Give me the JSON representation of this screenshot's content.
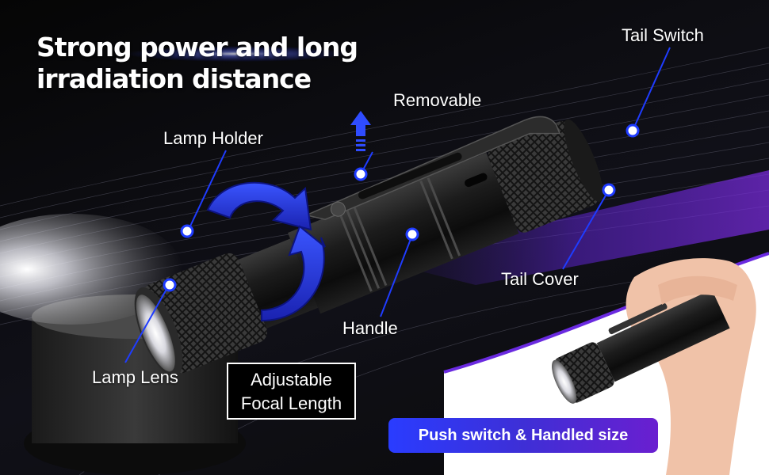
{
  "headline": "Strong power and long irradiation distance",
  "labels": {
    "tail_switch": "Tail Switch",
    "removable": "Removable",
    "lamp_holder": "Lamp Holder",
    "handle": "Handle",
    "tail_cover": "Tail Cover",
    "lamp_lens": "Lamp Lens"
  },
  "focal": {
    "line1": "Adjustable",
    "line2": "Focal Length"
  },
  "badge": "Push switch & Handled size",
  "colors": {
    "accent_blue": "#1f3cff",
    "accent_purple": "#7a1fd6",
    "callout_line": "#1f3cff"
  },
  "icons": {
    "arrow": "up-arrow-icon",
    "rotate": "rotate-arrow-icon"
  }
}
